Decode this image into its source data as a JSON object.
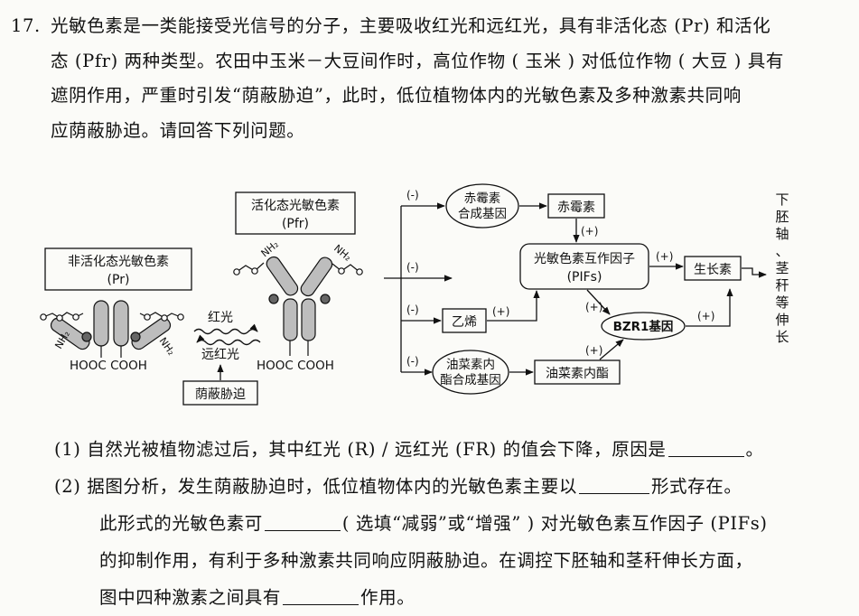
{
  "question": {
    "number": "17.",
    "lines": [
      "光敏色素是一类能接受光信号的分子，主要吸收红光和远红光，具有非活化态 (Pr) 和活化",
      "态 (Pfr) 两种类型。农田中玉米－大豆间作时，高位作物 ( 玉米 ) 对低位作物 ( 大豆 ) 具有",
      "遮阴作用，严重时引发“荫蔽胁迫”，此时，低位植物体内的光敏色素及多种激素共同响",
      "应荫蔽胁迫。请回答下列问题。"
    ]
  },
  "diagram": {
    "pr_label": [
      "非活化态光敏色素",
      "(Pr)"
    ],
    "pfr_label": [
      "活化态光敏色素",
      "(Pfr)"
    ],
    "nh2": "NH₂",
    "hooc_cooh": "HOOC COOH",
    "red_light": "红光",
    "far_red_light": "远红光",
    "shade_stress": "荫蔽胁迫",
    "ga_synthesis_gene": [
      "赤霉素",
      "合成基因"
    ],
    "ga": "赤霉素",
    "pifs": [
      "光敏色素互作因子",
      "(PIFs)"
    ],
    "auxin": "生长素",
    "ethylene": "乙烯",
    "bzr1": "BZR1基因",
    "br_synthesis_gene": [
      "油菜素内",
      "酯合成基因"
    ],
    "br": "油菜素内酯",
    "result": "下胚轴、茎秆等伸长",
    "minus": "(-)",
    "plus": "(+)"
  },
  "subquestions": {
    "q1": {
      "num": "(1)",
      "before": "自然光被植物滤过后，其中红光 (R) / 远红光 (FR) 的值会下降，原因是",
      "after": "。"
    },
    "q2": {
      "num": "(2)",
      "line1_before": "据图分析，发生荫蔽胁迫时，低位植物体内的光敏色素主要以",
      "line1_after": "形式存在。",
      "line2_before": "此形式的光敏色素可",
      "line2_after": "( 选填“减弱”或“增强” ) 对光敏色素互作因子 (PIFs)",
      "line3": "的抑制作用，有利于多种激素共同响应阴蔽胁迫。在调控下胚轴和茎秆伸长方面，",
      "line4_before": "图中四种激素之间具有",
      "line4_after": "作用。"
    }
  }
}
